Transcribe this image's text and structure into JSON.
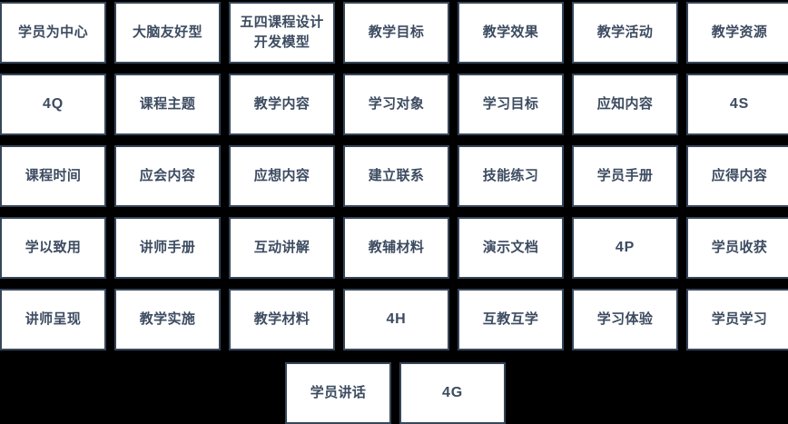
{
  "colors": {
    "page_background": "#000000",
    "cell_background": "#ffffff",
    "cell_border": "#36465a",
    "text": "#3c4b60"
  },
  "grid": {
    "columns": 7,
    "rows": 5,
    "cells": [
      "学员为中心",
      "大脑友好型",
      "五四课程设计开发模型",
      "教学目标",
      "教学效果",
      "教学活动",
      "教学资源",
      "4Q",
      "课程主题",
      "教学内容",
      "学习对象",
      "学习目标",
      "应知内容",
      "4S",
      "课程时间",
      "应会内容",
      "应想内容",
      "建立联系",
      "技能练习",
      "学员手册",
      "应得内容",
      "学以致用",
      "讲师手册",
      "互动讲解",
      "教辅材料",
      "演示文档",
      "4P",
      "学员收获",
      "讲师呈现",
      "教学实施",
      "教学材料",
      "4H",
      "互教互学",
      "学习体验",
      "学员学习"
    ]
  },
  "bottom_row": {
    "cells": [
      "学员讲话",
      "4G"
    ]
  }
}
